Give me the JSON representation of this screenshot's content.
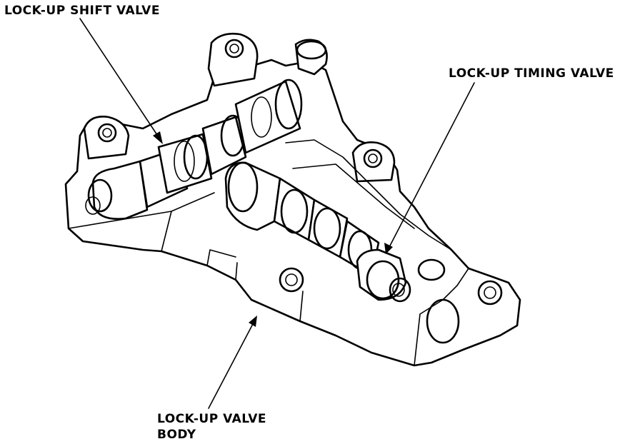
{
  "labels": {
    "shift_valve": "LOCK-UP SHIFT VALVE",
    "timing_valve": "LOCK-UP TIMING VALVE",
    "body_line1": "LOCK-UP VALVE",
    "body_line2": "BODY"
  },
  "colors": {
    "ink": "#000000",
    "paper": "#ffffff"
  }
}
